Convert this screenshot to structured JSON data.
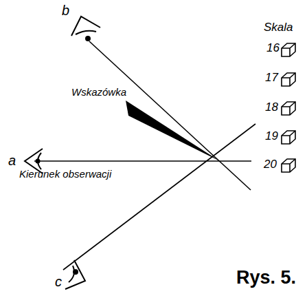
{
  "diagram": {
    "caption": "Rys. 5.",
    "labels": [
      "b",
      "Skala",
      "16",
      "17",
      "Wskazówka",
      "18",
      "a",
      "Kierunek obserwacji",
      "19",
      "20",
      "c"
    ]
  }
}
